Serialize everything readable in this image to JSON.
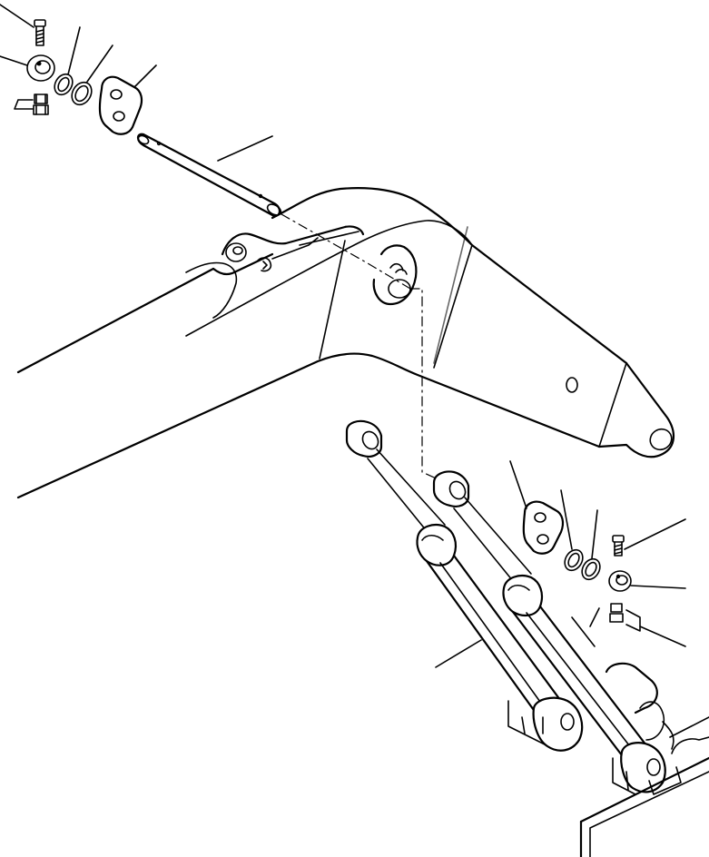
{
  "figure": {
    "type": "exploded-parts-diagram",
    "subject": "boom-cylinder-mounting",
    "labels_shown": false,
    "colors": {
      "line": "#000000",
      "background": "#ffffff"
    },
    "parts": [
      {
        "id": "bolt-top",
        "icon": "bolt-icon"
      },
      {
        "id": "holder-top",
        "icon": "holder-icon"
      },
      {
        "id": "lock-washer-top",
        "icon": "washer-icon"
      },
      {
        "id": "nut-top",
        "icon": "nut-icon"
      },
      {
        "id": "shim-top-1",
        "icon": "shim-icon"
      },
      {
        "id": "shim-top-2",
        "icon": "shim-icon"
      },
      {
        "id": "plate-top",
        "icon": "plate-icon"
      },
      {
        "id": "pin",
        "icon": "pin-icon"
      },
      {
        "id": "boom",
        "icon": "boom-icon"
      },
      {
        "id": "cylinder-left",
        "icon": "cylinder-icon"
      },
      {
        "id": "cylinder-right",
        "icon": "cylinder-icon"
      },
      {
        "id": "plate-bottom",
        "icon": "plate-icon"
      },
      {
        "id": "shim-bottom-1",
        "icon": "shim-icon"
      },
      {
        "id": "shim-bottom-2",
        "icon": "shim-icon"
      },
      {
        "id": "bolt-bottom",
        "icon": "bolt-icon"
      },
      {
        "id": "holder-bottom",
        "icon": "holder-icon"
      },
      {
        "id": "nut-bottom",
        "icon": "nut-icon"
      },
      {
        "id": "frame",
        "icon": "frame-icon"
      }
    ]
  }
}
